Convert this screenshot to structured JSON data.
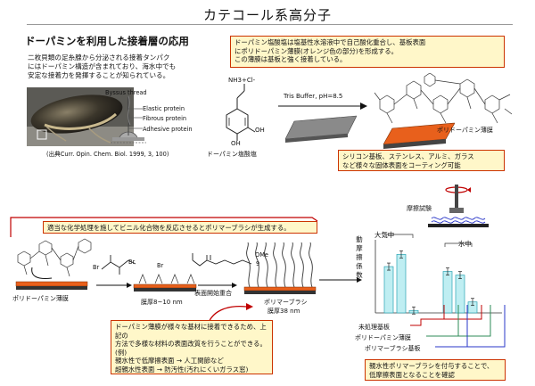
{
  "page": {
    "title": "カテコール系高分子"
  },
  "intro": {
    "heading": "ドーパミンを利用した接着層の応用",
    "lines": [
      "二枚貝類の足糸腺から分泌される接着タンパク",
      "にはドーパミン構造が含まれており、海水中でも",
      "安定な接着力を発揮することが知られている。"
    ],
    "byssus_label": "Byssus thread",
    "protein_labels": [
      "Elastic protein",
      "Fibrous protein",
      "Adhesive protein"
    ],
    "source": "(出典Curr. Opin. Chem. Biol. 1999, 3, 100)"
  },
  "note1": {
    "lines": [
      "ドーパミン塩酸塩は塩基性水溶液中で自己酸化重合し、基板表面",
      "にポリドーパミン薄膜(オレンジ色の部分)を形成する。",
      "この薄膜は基板と強く接着している。"
    ]
  },
  "scheme1": {
    "salt_formula": "NH3+Cl-",
    "oh1": "OH",
    "oh2": "OH",
    "salt_label": "ドーパミン塩酸塩",
    "condition": "Tris Buffer, pH=8.5",
    "film_label": "ポリドーパミン薄膜"
  },
  "note2": {
    "lines": [
      "シリコン基板、ステンレス、アルミ、ガラス",
      "など様々な固体表面をコーティング可能"
    ]
  },
  "note3": {
    "text": "適当な化学処理を施してビニル化合物を反応させるとポリマーブラシが生成する。"
  },
  "scheme2": {
    "film_label": "ポリドーパミン薄膜",
    "br_a": "Br",
    "br_b": "Br",
    "br_c": "Br",
    "ome_label": "OMe",
    "n_label": "9",
    "thickness1": "膜厚8~10 nm",
    "process": "表面開始重合",
    "brush_label": "ポリマーブラシ",
    "thickness2": "膜厚38 nm"
  },
  "note4": {
    "lines": [
      "ドーパミン薄膜が様々な基材に接着できるため、上記の",
      "方法で多様な材料の表面改質を行うことができる。",
      "(例)",
      "親水性で低摩擦表面 → 人工関節など",
      "超親水性表面 → 防汚性(汚れにくいガラス窓)"
    ]
  },
  "chart_title": "摩擦試験",
  "chart_data": {
    "type": "bar",
    "ylabel": "動摩擦係数",
    "groups": [
      "大気中",
      "水中"
    ],
    "series": [
      {
        "name": "未処理基板",
        "values": [
          0.38,
          0.34
        ]
      },
      {
        "name": "ポリドーパミン薄膜",
        "values": [
          0.48,
          0.31
        ]
      },
      {
        "name": "ポリマーブラシ基板",
        "values": [
          0.02,
          0.09
        ]
      }
    ],
    "ylim": [
      0,
      0.6
    ],
    "series_colors": [
      "#c00000",
      "#2e8b57",
      "#2a37c8"
    ]
  },
  "note5": {
    "lines": [
      "親水性ポリマーブラシを付与することで、",
      "低摩擦表面となることを確認"
    ]
  }
}
